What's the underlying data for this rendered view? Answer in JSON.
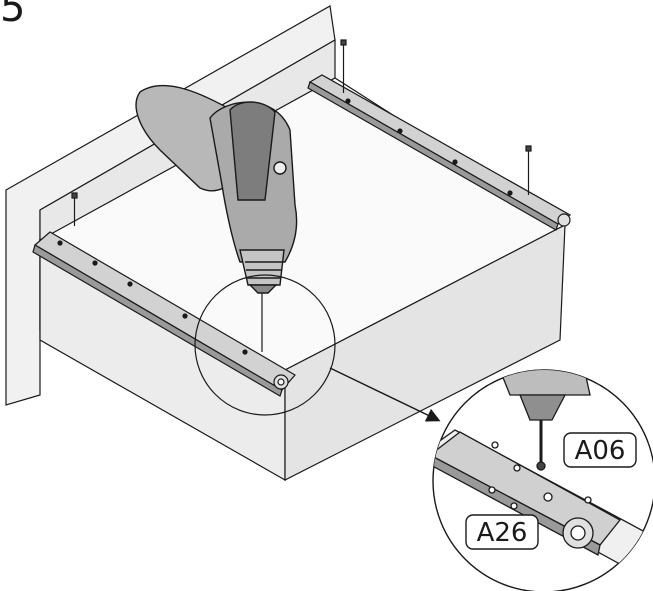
{
  "step_number": "5",
  "part_labels": {
    "screw": "A06",
    "rail": "A26"
  },
  "colors": {
    "line": "#1a1a1a",
    "panel_light": "#f2f2f2",
    "panel_mid": "#e6e6e6",
    "panel_dark": "#d9d9d9",
    "rail_fill": "#cfcfcf",
    "drill_body": "#b8b8b8",
    "drill_dark": "#6e6e6e"
  },
  "icons": {
    "tool": "drill-icon",
    "fastener": "screw-icon",
    "detail": "magnifier-callout",
    "pointer": "arrow-icon"
  }
}
